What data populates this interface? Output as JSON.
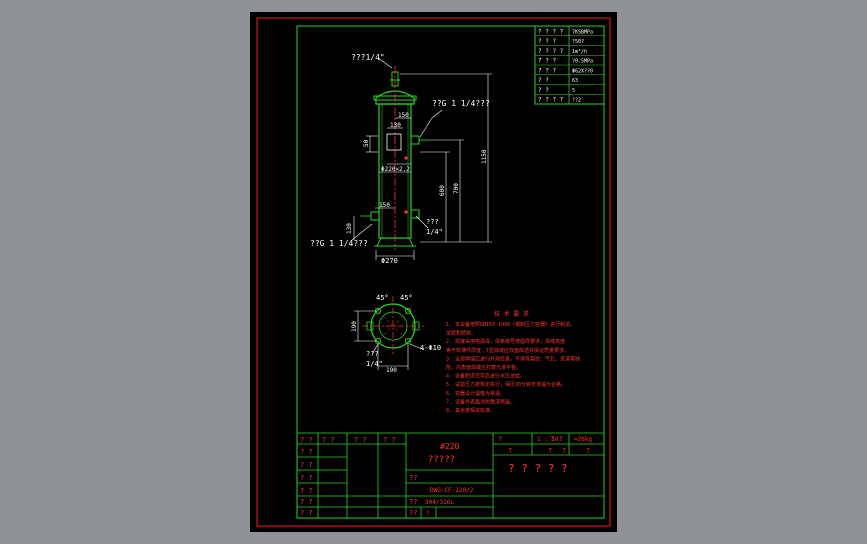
{
  "colors": {
    "background": "#8f9296",
    "sheet": "#000000",
    "border_red": "#ff1a1a",
    "frame_green": "#28d228",
    "dim_white": "#ffffff",
    "dim_green": "#7fff7f",
    "center_red": "#ff3333"
  },
  "spec_table": {
    "rows": [
      {
        "label": "? ? ? ?",
        "value": "7KSBMPa"
      },
      {
        "label": "? ? ?",
        "value": "?50?"
      },
      {
        "label": "? ? ? ?",
        "value": "1m³/h"
      },
      {
        "label": "? ? ?",
        "value": "?0.5MPa"
      },
      {
        "label": "? ? ?",
        "value": "Φ62X??0"
      },
      {
        "label": "? ?",
        "value": "63"
      },
      {
        "label": "? ?",
        "value": "5"
      },
      {
        "label": "? ? ? ?",
        "value": "??2"
      }
    ]
  },
  "elevation": {
    "top_pipe_label": "???1/4\"",
    "side_outlet_label": "??G 1 1/4???",
    "dim_150_top": "150",
    "dim_130": "130",
    "dim_50": "50",
    "dim_1150": "1150",
    "dim_700": "700",
    "dim_600": "600",
    "shell_label": "Φ220×2.2",
    "dim_150_bottom": "150",
    "dim_130_bottom": "130",
    "drain_label_top": "???",
    "drain_label_bottom": "1/4\"",
    "inlet_label": "??G 1 1/4???",
    "base_label": "Φ270"
  },
  "plan": {
    "angle_left": "45°",
    "angle_right": "45°",
    "dim_left": "190",
    "dim_bottom": "190",
    "holes_label": "4-Φ10",
    "drain_top": "???",
    "drain_bottom": "1/4\""
  },
  "notes": {
    "title": "技 术 要 求",
    "lines": [
      "1. 本设备按照GB150-1998《钢制压力容器》进行制造、",
      "   试验和验收。",
      "2. 焊接采用电弧焊，焊条牌号按图样要求，焊缝高度",
      "   等于较薄件厚度，T型焊缝应双面焊透并保证质量要求。",
      "3. 全部焊缝应进行外观检查，不得有裂纹、气孔、夹渣等缺",
      "   陷，内表面焊缝应打磨光滑平整。",
      "4. 设备制造完毕后进行水压试验。",
      "5. 试验压力按规定执行，保压30分钟无渗漏为合格。",
      "6. 容器设计温度为常温。",
      "7. 设备外表面涂防锈漆两遍。",
      "8. 其余按相关标准。"
    ]
  },
  "title_block": {
    "head_cells": [
      "? ?",
      "? ?",
      "? ?",
      "? ?"
    ],
    "left_labels": [
      "? ?",
      "? ?",
      "? ?",
      "? ?",
      "? ?",
      "? ?"
    ],
    "mid_label_1": "??",
    "mid_label_2": "??",
    "mid_label_3": "??",
    "code": "#220",
    "name": "?????",
    "drawing_no": "DWG-CF-220/2",
    "material": "304/316L",
    "right_top": [
      "?",
      "1 : 10",
      "? ?",
      "≈26kg"
    ],
    "right_mid": [
      "?",
      "?",
      "?",
      "?"
    ],
    "big_title": "? ? ? ? ?",
    "mini": [
      "?",
      "?",
      "?",
      "?"
    ]
  }
}
